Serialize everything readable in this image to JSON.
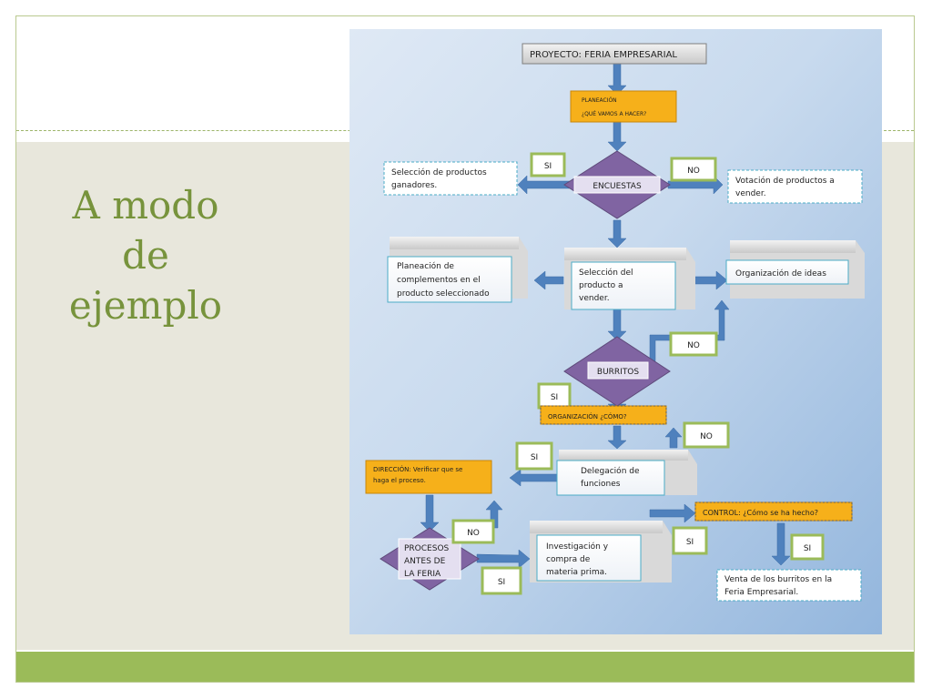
{
  "slide": {
    "title_lines": [
      "A modo",
      "de",
      "ejemplo"
    ]
  },
  "colors": {
    "accent_green": "#9bbb59",
    "title_green": "#77933c",
    "diamond_purple": "#8064a2",
    "orange_box": "#f6b01a",
    "arrow_blue": "#4f81bd",
    "panel_blue": "#9fbde0"
  },
  "flowchart": {
    "project": "PROYECTO: FERIA EMPRESARIAL",
    "planeacion": [
      "PLANEACIÓN",
      "¿QUÉ VAMOS A HACER?"
    ],
    "encuestas": "ENCUESTAS",
    "label_si_1": "SI",
    "label_no_1": "NO",
    "seleccion_ganadores": [
      "Selección de productos",
      "ganadores."
    ],
    "votacion": [
      "Votación de productos a",
      "vender."
    ],
    "planeacion_complementos": [
      "Planeación de",
      "complementos en el",
      "producto seleccionado"
    ],
    "seleccion_producto": [
      "Selección del",
      "producto a",
      "vender."
    ],
    "organizacion_ideas": "Organización de ideas",
    "burritos": "BURRITOS",
    "label_no_2": "NO",
    "label_si_2": "SI",
    "organizacion_como": "ORGANIZACIÓN ¿CÓMO?",
    "label_no_3": "NO",
    "label_si_3": "SI",
    "direccion": [
      "DIRECCIÓN: Verificar que se",
      "haga el proceso."
    ],
    "delegacion": [
      "Delegación de",
      "funciones"
    ],
    "control": "CONTROL: ¿Cómo se ha hecho?",
    "label_no_4": "NO",
    "procesos": [
      "PROCESOS",
      "ANTES DE",
      "LA FERIA"
    ],
    "investigacion": [
      "Investigación y",
      "compra de",
      "materia prima."
    ],
    "label_si_4": "SI",
    "label_si_5": "SI",
    "label_si_6": "SI",
    "venta": [
      "Venta de los burritos en la",
      "Feria Empresarial."
    ]
  }
}
